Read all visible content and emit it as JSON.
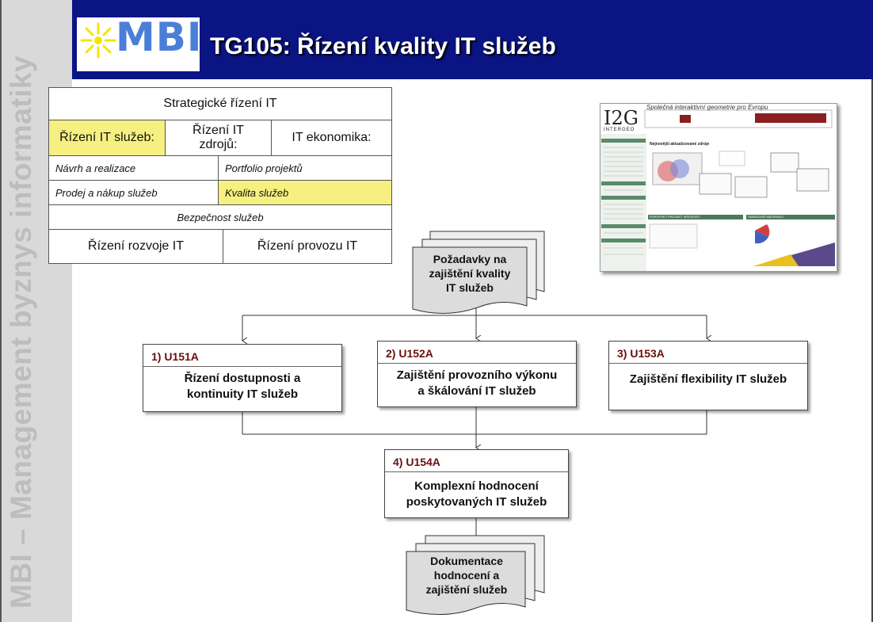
{
  "sidebar": {
    "vertical_text": "MBI – Management byznys informatiky"
  },
  "header": {
    "logo": "MBI",
    "title": "TG105: Řízení kvality IT služeb"
  },
  "matrix": {
    "top": "Strategické řízení IT",
    "row2": [
      "Řízení IT služeb:",
      "Řízení IT zdrojů:",
      "IT ekonomika:"
    ],
    "row3": [
      "Návrh a realizace",
      "Portfolio projektů"
    ],
    "row4": [
      "Prodej a nákup služeb",
      "Kvalita služeb"
    ],
    "row5": "Bezpečnost služeb",
    "row6": [
      "Řízení rozvoje IT",
      "Řízení provozu IT"
    ],
    "highlight_color": "#f5f080"
  },
  "thumbnail": {
    "brand": "I2G",
    "brand_sub": "INTERGEO",
    "header_text": "Společná interaktivní geometrie pro Evropu",
    "section_title": "Nejnovější aktualizované zdroje",
    "banner_left": "EVROPSKÝ PROJEKT INTERGEO",
    "banner_right": "OBRAZOVÉ MATERIÁLY",
    "accent_color": "#7a1a1a",
    "bar_color": "#4a7a5a"
  },
  "flow": {
    "input_doc": [
      "Požadavky na",
      "zajištění kvality",
      "IT služeb"
    ],
    "steps": [
      {
        "num": "1)  U151A",
        "text": [
          "Řízení dostupnosti a",
          "kontinuity IT služeb"
        ]
      },
      {
        "num": "2)  U152A",
        "text": [
          "Zajištění provozního výkonu",
          "a škálování IT služeb"
        ]
      },
      {
        "num": "3)  U153A",
        "text": [
          "Zajištění flexibility IT služeb"
        ]
      },
      {
        "num": "4)  U154A",
        "text": [
          "Komplexní hodnocení",
          "poskytovaných IT služeb"
        ]
      }
    ],
    "output_doc": [
      "Dokumentace",
      "hodnocení a",
      "zajištění služeb"
    ],
    "num_color": "#6b0f0f"
  }
}
